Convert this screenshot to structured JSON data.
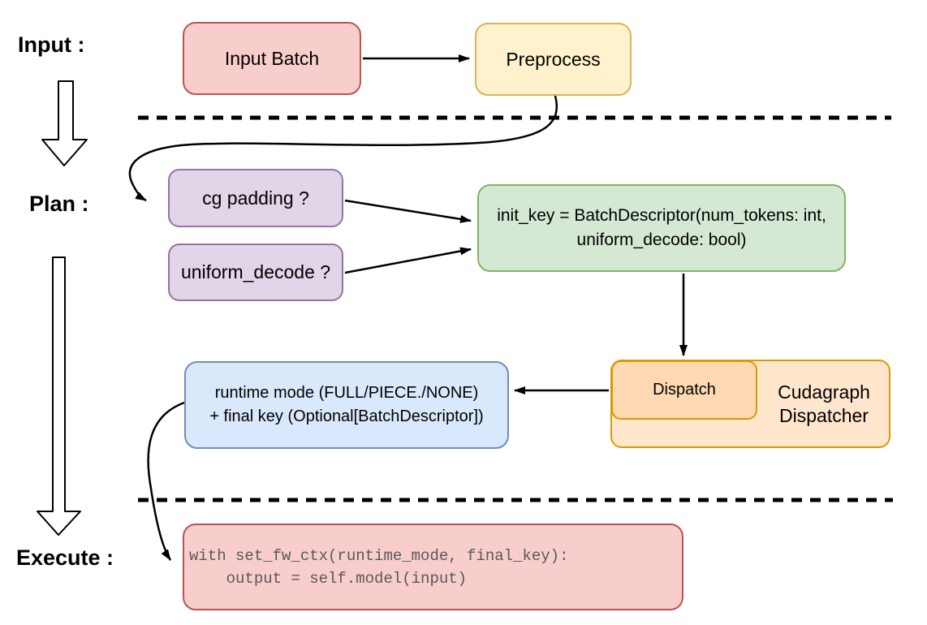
{
  "stage_labels": {
    "input": "Input :",
    "plan": "Plan :",
    "execute": "Execute :"
  },
  "nodes": {
    "input_batch": {
      "label": "Input Batch"
    },
    "preprocess": {
      "label": "Preprocess"
    },
    "cg_padding": {
      "label": "cg padding ?"
    },
    "uniform_decode": {
      "label": "uniform_decode ?"
    },
    "init_key": {
      "line1": "init_key = BatchDescriptor(num_tokens: int,",
      "line2": "uniform_decode: bool)"
    },
    "runtime_mode": {
      "line1": "runtime mode (FULL/PIECE./NONE)",
      "line2": "+ final key (Optional[BatchDescriptor])"
    },
    "dispatch": {
      "label": "Dispatch"
    },
    "cudagraph_dispatcher": {
      "line1": "Cudagraph",
      "line2": "Dispatcher"
    },
    "execute_code": {
      "line1": "with set_fw_ctx(runtime_mode, final_key):",
      "line2": "    output = self.model(input)"
    }
  },
  "colors": {
    "red_fill": "#f8cecc",
    "red_stroke": "#b85450",
    "yellow_fill": "#fff2cc",
    "yellow_stroke": "#d6b656",
    "purple_fill": "#e1d5e7",
    "purple_stroke": "#9673a6",
    "green_fill": "#d5e8d4",
    "green_stroke": "#82b366",
    "blue_fill": "#dae8fc",
    "blue_stroke": "#6c8ebf",
    "orange_fill": "#ffe6cc",
    "orange_stroke": "#d79b00",
    "orange_inner_fill": "#ffd9b3",
    "code_text": "#595959",
    "line_color": "#000000"
  }
}
